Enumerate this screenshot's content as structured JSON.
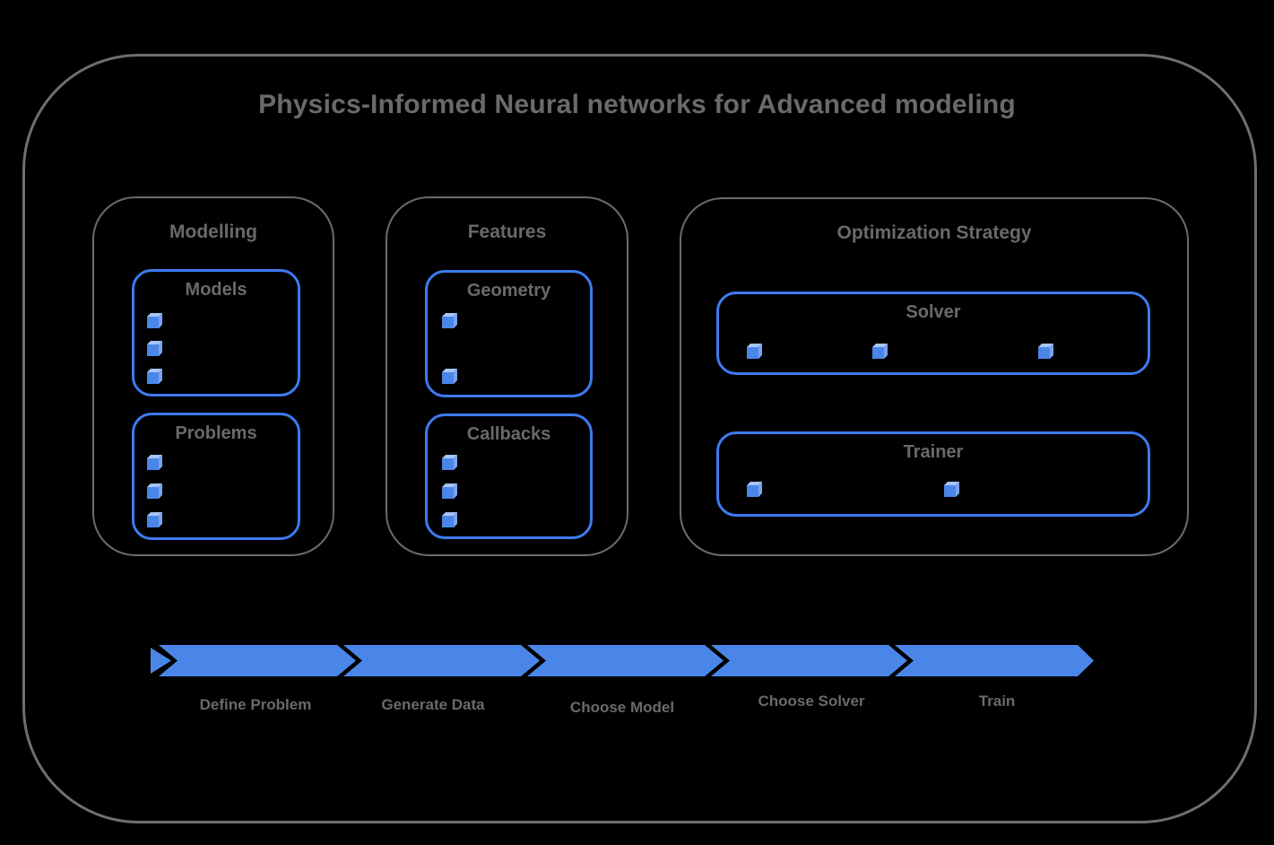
{
  "title": "Physics-Informed Neural networks for Advanced modeling",
  "colors": {
    "background": "#000000",
    "frame_gray": "#6f6f6f",
    "group_border_gray": "#6b6b6b",
    "text_gray": "#6a6a6a",
    "module_border_blue": "#3d7bf0",
    "arrow_blue": "#4a86e8",
    "cube_top_blue": "#a6c4f6",
    "cube_side_blue": "#7aa3ee"
  },
  "groups": [
    {
      "title": "Modelling",
      "modules": [
        {
          "title": "Models",
          "cube_count": 3
        },
        {
          "title": "Problems",
          "cube_count": 3
        }
      ]
    },
    {
      "title": "Features",
      "modules": [
        {
          "title": "Geometry",
          "cube_count": 2
        },
        {
          "title": "Callbacks",
          "cube_count": 3
        }
      ]
    },
    {
      "title": "Optimization Strategy",
      "modules": [
        {
          "title": "Solver",
          "cube_count": 3
        },
        {
          "title": "Trainer",
          "cube_count": 2
        }
      ]
    }
  ],
  "workflow": {
    "steps": [
      {
        "label": "Define Problem"
      },
      {
        "label": "Generate Data"
      },
      {
        "label": "Choose Model"
      },
      {
        "label": "Choose Solver"
      },
      {
        "label": "Train"
      }
    ]
  }
}
